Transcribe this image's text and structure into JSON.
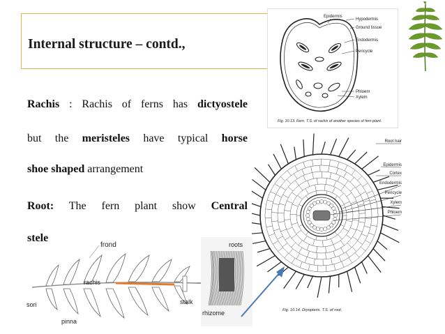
{
  "slide": {
    "title": "Internal structure – contd.,",
    "body_lines": [
      {
        "parts": [
          {
            "b": true,
            "t": "Rachis"
          },
          {
            "b": false,
            "t": " : Rachis of ferns has "
          },
          {
            "b": true,
            "t": "dictyostele"
          }
        ]
      },
      {
        "parts": [
          {
            "b": false,
            "t": "but the "
          },
          {
            "b": true,
            "t": "meristeles"
          },
          {
            "b": false,
            "t": " have typical "
          },
          {
            "b": true,
            "t": "horse"
          }
        ]
      },
      {
        "parts": [
          {
            "b": true,
            "t": "shoe shaped"
          },
          {
            "b": false,
            "t": " arrangement"
          }
        ]
      },
      {
        "parts": [
          {
            "b": true,
            "t": "Root:"
          },
          {
            "b": false,
            "t": " The fern plant show "
          },
          {
            "b": true,
            "t": "Central"
          }
        ]
      },
      {
        "parts": [
          {
            "b": true,
            "t": "stele"
          }
        ]
      }
    ]
  },
  "rachis_figure": {
    "labels": {
      "epidermis": "Epidermis",
      "hypodermis": "Hypodermis",
      "ground_tissue": "Ground tissue",
      "endodermis": "Endodermis",
      "pericycle": "Pericycle",
      "phloem": "Phloem",
      "xylem": "Xylem"
    },
    "caption": "Fig. 10.13.  Fern. T.S. of rachis of another species of fern plant."
  },
  "root_figure": {
    "labels": {
      "root_hair": "Root hair",
      "epidermis": "Epidermis",
      "cortex": "Cortex",
      "endodermis": "Endodermis",
      "pericycle": "Pericycle",
      "xylem": "Xylem",
      "phloem": "Phloem"
    },
    "caption": "Fig. 10.14.  Dryopteris. T.S. of root."
  },
  "fern_figure": {
    "labels": {
      "frond": "frond",
      "rachis": "rachis",
      "sori": "sori",
      "pinna": "pinna",
      "stalk": "stalk",
      "roots": "roots",
      "rhizome": "rhizome"
    }
  },
  "colors": {
    "title_border": "#d9b84a",
    "arrow": "#4a7ab5",
    "rachis_highlight": "#e07a30",
    "frond_green": "#6a9a2a"
  },
  "icons": [
    "fern-frond-image",
    "diagram-arrow"
  ]
}
